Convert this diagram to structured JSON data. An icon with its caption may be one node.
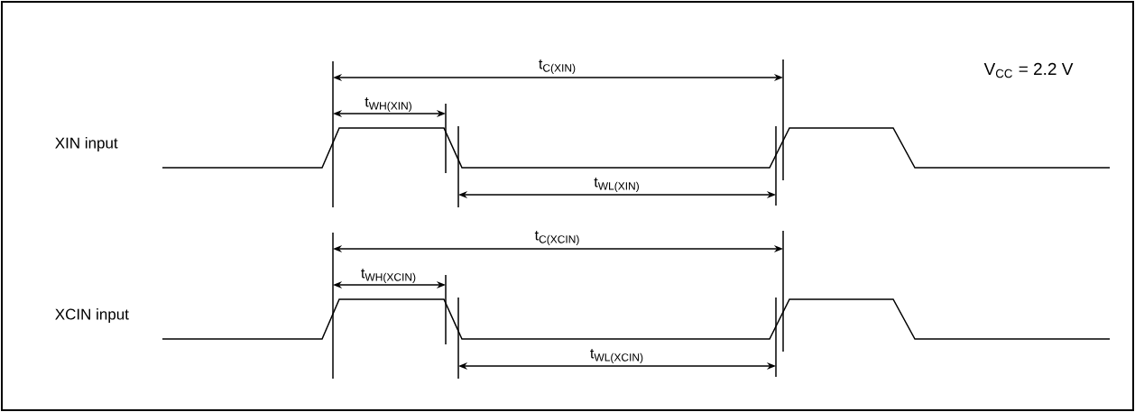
{
  "diagram": {
    "labels": [
      "t$_{C(XIN)}$",
      "V$_{CC}$ = 2.2 V",
      "t$_{WH(XIN)}$",
      "XIN input",
      "t$_{WL(XIN)}$",
      "t$_{C(XCIN)}$",
      "t$_{WH(XCIN)}$",
      "XCIN input",
      "t$_{WL(XCIN)}$"
    ]
  }
}
